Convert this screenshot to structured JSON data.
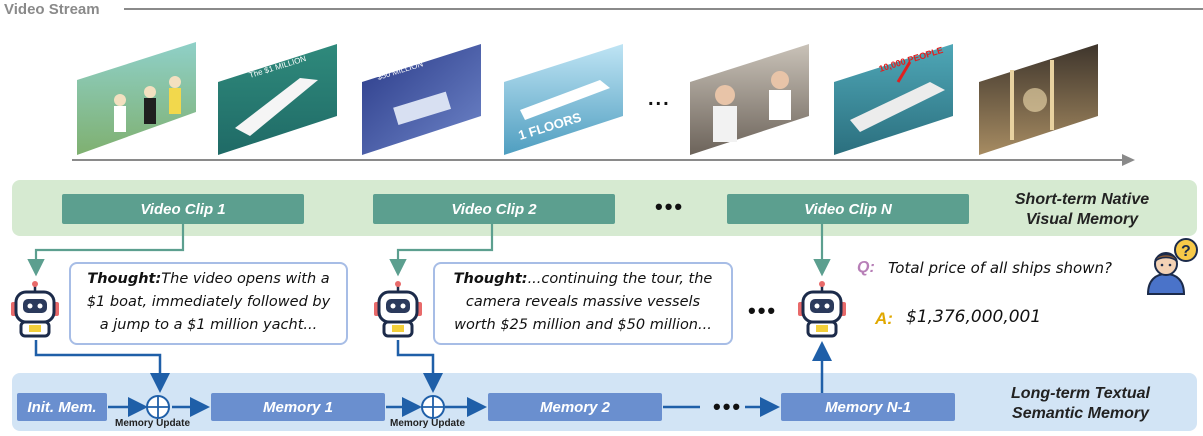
{
  "stream": {
    "label": "Video Stream",
    "frame_captions": [
      "",
      "The $1 MILLION",
      "$50 MILLION",
      "1 FLOORS",
      "",
      "10,000 PEOPLE",
      ""
    ],
    "frame_icons": [
      "frame-soccer-field",
      "frame-yacht-marina",
      "frame-yacht-interior",
      "frame-large-yacht",
      "frame-man-on-boat",
      "frame-cruise-ship",
      "frame-ship-atrium"
    ],
    "ellipsis": "..."
  },
  "short_term": {
    "title_line1": "Short-term Native",
    "title_line2": "Visual Memory",
    "clips": [
      "Video Clip 1",
      "Video Clip 2",
      "Video Clip N"
    ],
    "ellipsis": "•••"
  },
  "thoughts": [
    {
      "label": "Thought:",
      "line1": "The video opens with a",
      "line2": "$1 boat, immediately followed by",
      "line3": "a jump to a $1 million yacht..."
    },
    {
      "label": "Thought:",
      "line1": "...continuing the tour, the",
      "line2": "camera reveals massive vessels",
      "line3": "worth $25 million and $50 million..."
    }
  ],
  "middle_ellipsis": "•••",
  "qa": {
    "q_label": "Q:",
    "question": "Total price of all ships shown?",
    "a_label": "A:",
    "answer": "$1,376,000,001"
  },
  "long_term": {
    "title_line1": "Long-term Textual",
    "title_line2": "Semantic Memory",
    "init": "Init. Mem.",
    "memories": [
      "Memory 1",
      "Memory 2",
      "Memory N-1"
    ],
    "update_label": "Memory Update",
    "ellipsis": "•••"
  },
  "colors": {
    "clip_green": "#5c9f8f",
    "short_band": "#d6ead1",
    "long_band": "#d2e4f5",
    "memory_blue": "#6a8fcf",
    "arrow_blue": "#1f5fa8",
    "q_color": "#b77fb7",
    "a_color": "#e0a800"
  }
}
